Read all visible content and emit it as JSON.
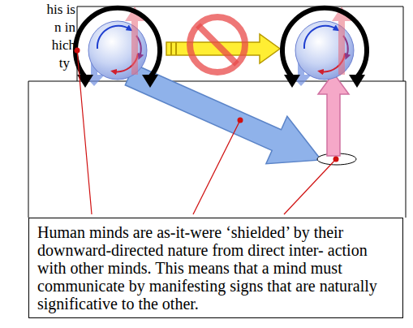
{
  "diagram": {
    "nodes": [
      {
        "text": [
          "Human minds are as-it-were ‘shielded’ by their downward-directed nature from direct inter- action with other minds. This means that a mind must communicate by manifesting signs that are naturally significative to the other."
        ]
      }
    ],
    "labels": [
      "his is",
      "n in",
      "hich",
      "ty"
    ]
  }
}
